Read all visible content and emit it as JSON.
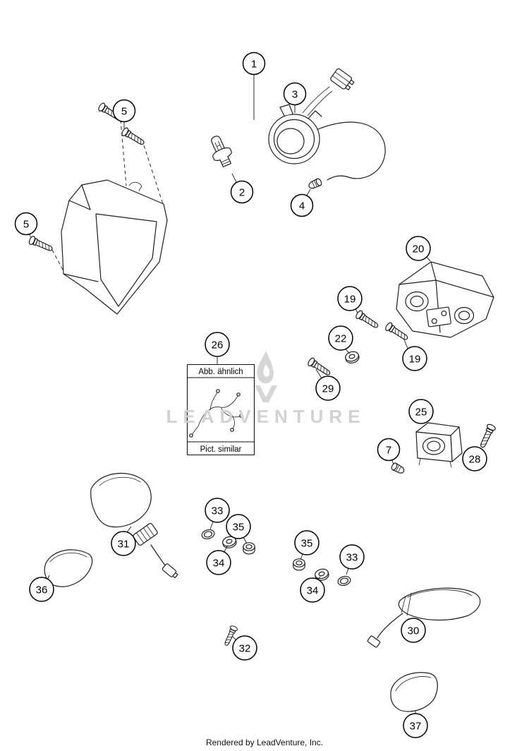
{
  "watermark": {
    "text": "LEADVENTURE"
  },
  "footer": {
    "text": "Rendered by LeadVenture, Inc."
  },
  "pict_box": {
    "top": "Abb. ähnlich",
    "bottom": "Pict. similar"
  },
  "callouts": [
    {
      "label": "1"
    },
    {
      "label": "3"
    },
    {
      "label": "5"
    },
    {
      "label": "2"
    },
    {
      "label": "4"
    },
    {
      "label": "5"
    },
    {
      "label": "20"
    },
    {
      "label": "19"
    },
    {
      "label": "22"
    },
    {
      "label": "26"
    },
    {
      "label": "19"
    },
    {
      "label": "29"
    },
    {
      "label": "25"
    },
    {
      "label": "7"
    },
    {
      "label": "28"
    },
    {
      "label": "33"
    },
    {
      "label": "35"
    },
    {
      "label": "31"
    },
    {
      "label": "35"
    },
    {
      "label": "34"
    },
    {
      "label": "33"
    },
    {
      "label": "34"
    },
    {
      "label": "36"
    },
    {
      "label": "30"
    },
    {
      "label": "32"
    },
    {
      "label": "37"
    }
  ]
}
